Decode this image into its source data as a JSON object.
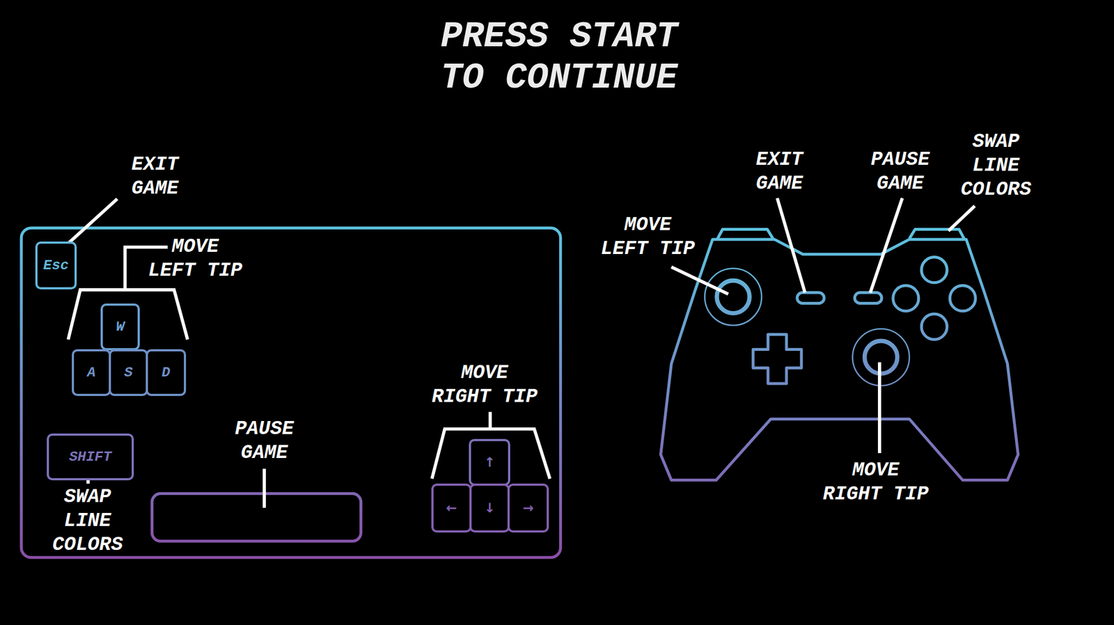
{
  "diagram": {
    "title": "PRESS START TO CONTINUE",
    "nodes": [
      {
        "text": [
          "Esc"
        ]
      },
      {
        "text": [
          "W"
        ]
      },
      {
        "text": [
          "A"
        ]
      },
      {
        "text": [
          "S"
        ]
      },
      {
        "text": [
          "D"
        ]
      },
      {
        "text": [
          "SHIFT"
        ]
      },
      {
        "text": [
          "↑"
        ]
      },
      {
        "text": [
          "←"
        ]
      },
      {
        "text": [
          "↓"
        ]
      },
      {
        "text": [
          "→"
        ]
      }
    ],
    "labels": [
      "EXIT GAME",
      "MOVE LEFT TIP",
      "MOVE RIGHT TIP",
      "PAUSE GAME",
      "SWAP LINE COLORS",
      "SWAP LINE COLORS",
      "EXIT GAME",
      "PAUSE GAME",
      "MOVE LEFT TIP",
      "MOVE RIGHT TIP"
    ]
  }
}
